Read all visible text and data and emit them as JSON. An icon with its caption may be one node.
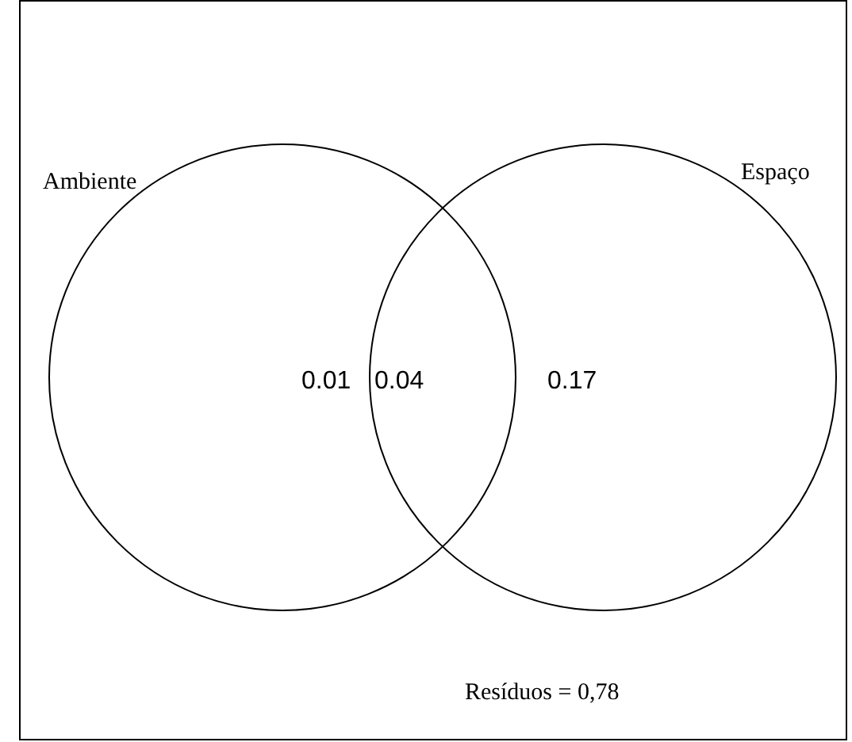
{
  "diagram": {
    "nodes": [
      {
        "text": [
          "Ambiente",
          "0.01"
        ]
      },
      {
        "text": [
          "Espaço",
          "0.17"
        ]
      }
    ],
    "edges": [],
    "labels": [
      "0.04",
      "Resíduos = 0,78"
    ]
  }
}
